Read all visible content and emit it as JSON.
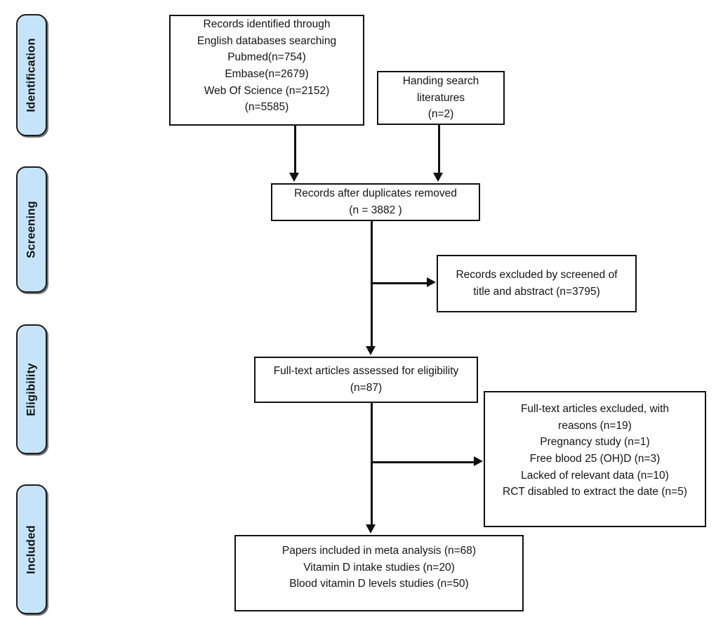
{
  "diagram": {
    "title": "PRISMA study selection flow diagram",
    "accent_color": "#c5e4f9",
    "line_color": "#111111",
    "background_color": "#ffffff"
  },
  "stages": [
    {
      "id": "identification",
      "label": "Identification"
    },
    {
      "id": "screening",
      "label": "Screening"
    },
    {
      "id": "eligibility",
      "label": "Eligibility"
    },
    {
      "id": "included",
      "label": "Included"
    }
  ],
  "boxes": {
    "identified": {
      "text": "Records identified through\nEnglish databases searching\nPubmed(n=754)\nEmbase(n=2679)\nWeb Of Science (n=2152)\n(n=5585)"
    },
    "handsearch": {
      "text": "Handing search\nliteratures\n(n=2)"
    },
    "duplicates_removed": {
      "text": "Records after duplicates removed\n(n = 3882 )"
    },
    "records_excluded": {
      "text": "Records excluded by screened of\ntitle and abstract (n=3795)"
    },
    "fulltext_assessed": {
      "text": "Full-text articles assessed for eligibility\n(n=87)"
    },
    "fulltext_excluded": {
      "text": "Full-text articles excluded, with\nreasons (n=19)\nPregnancy study (n=1)\nFree blood 25 (OH)D (n=3)\nLacked of relevant data (n=10)\nRCT disabled to extract the date  (n=5)"
    },
    "included": {
      "text": "Papers included in meta analysis  (n=68)\nVitamin D intake studies  (n=20)\nBlood  vitamin D levels studies (n=50)"
    }
  },
  "chart_data": {
    "type": "diagram",
    "title": "PRISMA flow of study selection",
    "nodes": [
      {
        "id": "identified",
        "stage": "Identification",
        "label": "Records identified through English databases searching",
        "sources": [
          {
            "name": "Pubmed",
            "n": 754
          },
          {
            "name": "Embase",
            "n": 2679
          },
          {
            "name": "Web Of Science",
            "n": 2152
          }
        ],
        "n": 5585
      },
      {
        "id": "handsearch",
        "stage": "Identification",
        "label": "Handing search literatures",
        "n": 2
      },
      {
        "id": "duplicates_removed",
        "stage": "Screening",
        "label": "Records after duplicates removed",
        "n": 3882
      },
      {
        "id": "records_excluded",
        "stage": "Screening",
        "label": "Records excluded by screened of title and abstract",
        "n": 3795
      },
      {
        "id": "fulltext_assessed",
        "stage": "Eligibility",
        "label": "Full-text articles assessed for eligibility",
        "n": 87
      },
      {
        "id": "fulltext_excluded",
        "stage": "Eligibility",
        "label": "Full-text articles excluded, with reasons",
        "n": 19,
        "reasons": [
          {
            "reason": "Pregnancy study",
            "n": 1
          },
          {
            "reason": "Free blood 25 (OH)D",
            "n": 3
          },
          {
            "reason": "Lacked of relevant data",
            "n": 10
          },
          {
            "reason": "RCT disabled to extract the date",
            "n": 5
          }
        ]
      },
      {
        "id": "included",
        "stage": "Included",
        "label": "Papers included in meta analysis",
        "n": 68,
        "subsets": [
          {
            "name": "Vitamin D intake studies",
            "n": 20
          },
          {
            "name": "Blood vitamin D levels studies",
            "n": 50
          }
        ]
      }
    ],
    "edges": [
      {
        "from": "identified",
        "to": "duplicates_removed"
      },
      {
        "from": "handsearch",
        "to": "duplicates_removed"
      },
      {
        "from": "duplicates_removed",
        "to": "records_excluded"
      },
      {
        "from": "duplicates_removed",
        "to": "fulltext_assessed"
      },
      {
        "from": "fulltext_assessed",
        "to": "fulltext_excluded"
      },
      {
        "from": "fulltext_assessed",
        "to": "included"
      }
    ]
  }
}
